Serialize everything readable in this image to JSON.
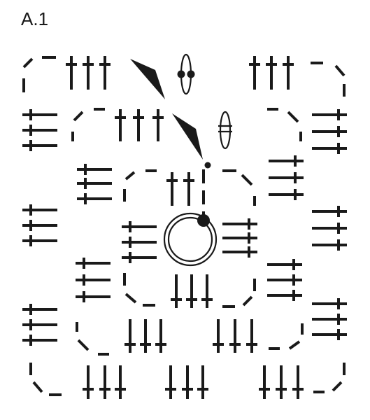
{
  "diagram": {
    "title": "A.1",
    "colors": {
      "ink": "#1a1a1a",
      "background": "#ffffff"
    },
    "symbols": {
      "chain": "dash",
      "treble": "vertical-bar-with-crossbar",
      "slip_stitch": "filled-dot",
      "magic_ring": "double-circle",
      "fasten_off": "filled-wedge",
      "marker": "oval-with-bar"
    }
  }
}
